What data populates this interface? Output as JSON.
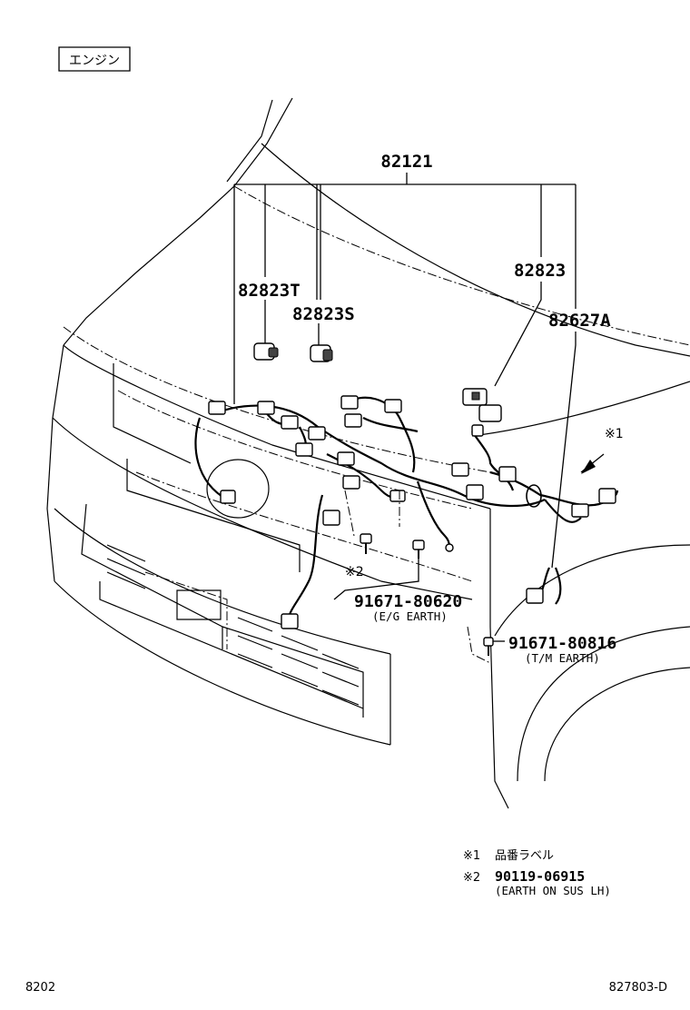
{
  "view_tag": "エンジン",
  "callouts": {
    "harness": "82121",
    "p82823T": "82823T",
    "p82823S": "82823S",
    "p82823": "82823",
    "p82627A": "82627A",
    "bolt_eg": "91671-80620",
    "bolt_eg_desc": "(E/G EARTH)",
    "bolt_tm": "91671-80816",
    "bolt_tm_desc": "(T/M EARTH)",
    "mark1": "※1",
    "mark2": "※2"
  },
  "notes": [
    {
      "mark": "※1",
      "text": "品番ラベル"
    },
    {
      "mark": "※2",
      "text": "90119-06915",
      "sub": "(EARTH ON SUS LH)"
    }
  ],
  "footer": {
    "left": "8202",
    "right": "827803-D"
  }
}
